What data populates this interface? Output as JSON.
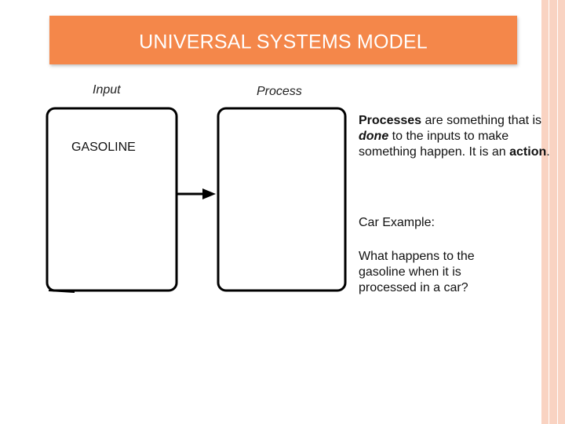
{
  "slide": {
    "title": "UNIVERSAL SYSTEMS MODEL",
    "accent_color": "#f4874a",
    "border_color": "#f9d3c2"
  },
  "diagram": {
    "input_header": "Input",
    "process_header": "Process",
    "input_content": "GASOLINE",
    "arrow_icon": "right-arrow-icon"
  },
  "description": {
    "p1_b1": "Processes",
    "p1_t1": " are something that is ",
    "p1_em": "done",
    "p1_t2": " to the inputs to make something happen. It is an ",
    "p1_b2": "action",
    "p1_t3": ".",
    "p2": "Car Example:",
    "p3": "What happens to the gasoline when it is processed in a car?"
  }
}
